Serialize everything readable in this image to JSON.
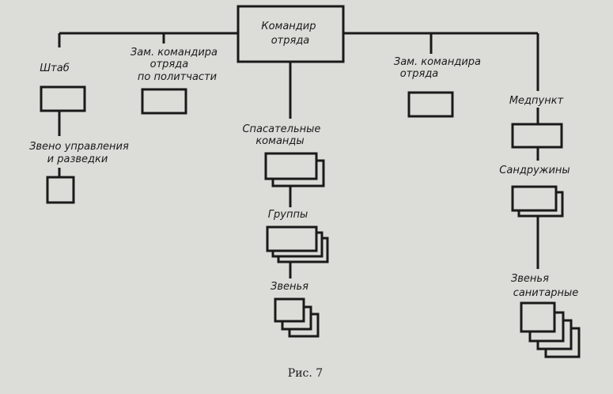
{
  "nodes": {
    "commander": {
      "lines": [
        "Командир",
        "отряда"
      ]
    },
    "staff": {
      "lines": [
        "Штаб"
      ]
    },
    "deputy_political": {
      "lines": [
        "Зам. командира",
        "отряда",
        "по политчасти"
      ]
    },
    "deputy": {
      "lines": [
        "Зам. командира",
        "отряда"
      ]
    },
    "control_recon_unit": {
      "lines": [
        "Звено управления",
        "и разведки"
      ]
    },
    "rescue_teams": {
      "lines": [
        "Спасательные",
        "команды"
      ]
    },
    "groups": {
      "lines": [
        "Группы"
      ]
    },
    "rescue_units": {
      "lines": [
        "Звенья"
      ]
    },
    "first_aid_post": {
      "lines": [
        "Медпункт"
      ]
    },
    "medical_squads": {
      "lines": [
        "Сандружины"
      ]
    },
    "medical_units": {
      "lines": [
        "Звенья",
        "санитарные"
      ]
    }
  },
  "caption": "Рис. 7"
}
